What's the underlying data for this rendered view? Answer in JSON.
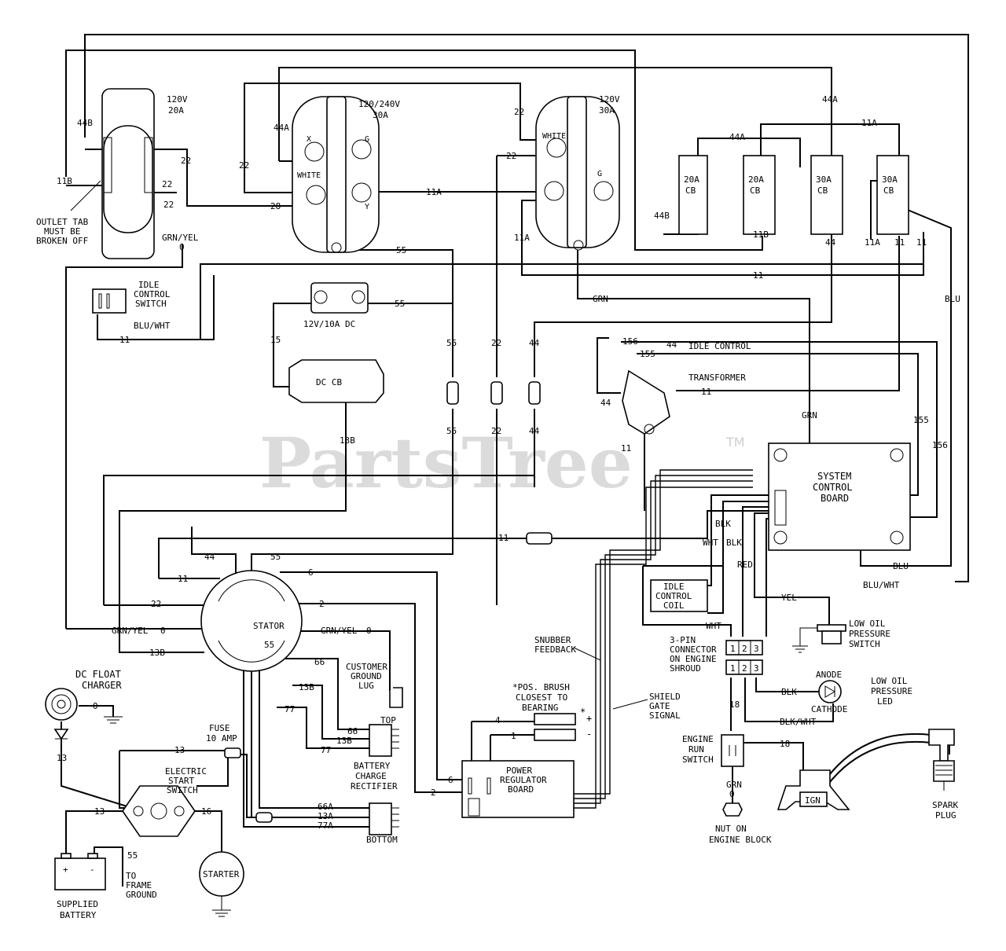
{
  "watermark": {
    "text": "PartsTree",
    "tm": "TM"
  },
  "components": {
    "outlet_120v_20a": {
      "line1": "120V",
      "line2": "20A"
    },
    "outlet_120_240v_30a": {
      "line1": "120/240V",
      "line2": "30A",
      "white": "WHITE",
      "x": "X",
      "y": "Y",
      "g": "G"
    },
    "outlet_120v_30a": {
      "line1": "120V",
      "line2": "30A",
      "white": "WHITE",
      "g": "G"
    },
    "outlet_tab_note": [
      "OUTLET TAB",
      "MUST BE",
      "BROKEN OFF"
    ],
    "breakers": [
      {
        "rating": "20A",
        "type": "CB"
      },
      {
        "rating": "20A",
        "type": "CB"
      },
      {
        "rating": "30A",
        "type": "CB"
      },
      {
        "rating": "30A",
        "type": "CB"
      }
    ],
    "idle_control_switch": [
      "IDLE",
      "CONTROL",
      "SWITCH"
    ],
    "dc_outlet": "12V/10A DC",
    "dc_cb": "DC CB",
    "idle_control_transformer": [
      "IDLE CONTROL",
      "TRANSFORMER"
    ],
    "system_control_board": [
      "SYSTEM",
      "CONTROL",
      "BOARD"
    ],
    "stator": "STATOR",
    "customer_ground_lug": [
      "CUSTOMER",
      "GROUND",
      "LUG"
    ],
    "idle_control_coil": [
      "IDLE",
      "CONTROL",
      "COIL"
    ],
    "three_pin_connector": [
      "3-PIN",
      "CONNECTOR",
      "ON ENGINE",
      "SHROUD"
    ],
    "pin_numbers": [
      "1",
      "2",
      "3"
    ],
    "low_oil_pressure_switch": [
      "LOW OIL",
      "PRESSURE",
      "SWITCH"
    ],
    "low_oil_pressure_led": [
      "LOW OIL",
      "PRESSURE",
      "LED"
    ],
    "anode": "ANODE",
    "cathode": "CATHODE",
    "dc_float_charger": [
      "DC FLOAT",
      "CHARGER"
    ],
    "fuse": [
      "FUSE",
      "10 AMP"
    ],
    "electric_start_switch": [
      "ELECTRIC",
      "START",
      "SWITCH"
    ],
    "supplied_battery": [
      "SUPPLIED",
      "BATTERY"
    ],
    "battery_plus": "+",
    "battery_minus": "-",
    "to_frame_ground": [
      "TO",
      "FRAME",
      "GROUND"
    ],
    "starter": "STARTER",
    "battery_charge_rectifier": [
      "BATTERY",
      "CHARGE",
      "RECTIFIER"
    ],
    "top": "TOP",
    "bottom": "BOTTOM",
    "power_regulator_board": [
      "POWER",
      "REGULATOR",
      "BOARD"
    ],
    "brush_note": [
      "*POS. BRUSH",
      "CLOSEST TO",
      "BEARING"
    ],
    "brush_star": "*",
    "brush_plus": "+",
    "brush_minus": "-",
    "snubber_feedback": [
      "SNUBBER",
      "FEEDBACK"
    ],
    "shield_gate_signal": [
      "SHIELD",
      "GATE",
      "SIGNAL"
    ],
    "engine_run_switch": [
      "ENGINE",
      "RUN",
      "SWITCH"
    ],
    "nut_on_engine_block": [
      "NUT ON",
      "ENGINE BLOCK"
    ],
    "ign": "IGN",
    "spark_plug": [
      "SPARK",
      "PLUG"
    ]
  },
  "wire_labels": {
    "w44b_a": "44B",
    "w11b_a": "11B",
    "w22_a": "22",
    "w22_b": "22",
    "w22_c": "22",
    "w22_d": "22",
    "w22_e": "22",
    "w44a_a": "44A",
    "w28": "28",
    "w11a_a": "11A",
    "w22_f": "22",
    "w11a_b": "11A",
    "w55_a": "55",
    "w44a_b": "44A",
    "w11a_c": "11A",
    "w44a_c": "44A",
    "w44b_b": "44B",
    "w11b_b": "11B",
    "w44_a": "44",
    "w11a_d": "11A",
    "w11_a": "11",
    "w11_b": "11",
    "w11_c": "11",
    "w0_a": "0",
    "w_grnyel_a": "GRN/YEL",
    "w_bluwht_a": "BLU/WHT",
    "w11_d": "11",
    "w55_b": "55",
    "w15": "15",
    "w13b_a": "13B",
    "w55_c": "55",
    "w22_g": "22",
    "w44_b": "44",
    "w55_d": "55",
    "w22_h": "22",
    "w44_c": "44",
    "w_grn_a": "GRN",
    "w156_a": "156",
    "w155_a": "155",
    "w44_d": "44",
    "w11_e": "11",
    "w44_e": "44",
    "w11_f": "11",
    "w_blu_a": "BLU",
    "w_grn_b": "GRN",
    "w155_b": "155",
    "w156_b": "156",
    "w11_g": "11",
    "w_blk_a": "BLK",
    "w_wht_a": "WHT",
    "w_blk_b": "BLK",
    "w_red": "RED",
    "w_blu_b": "BLU",
    "w_bluwht_b": "BLU/WHT",
    "w44_f": "44",
    "w55_e": "55",
    "w11_h": "11",
    "w6_a": "6",
    "w22_i": "22",
    "w2_a": "2",
    "w_grnyel_b": "GRN/YEL",
    "w0_b": "0",
    "w_grnyel_c": "GRN/YEL",
    "w0_c": "0",
    "w13b_b": "13B",
    "w55_f": "55",
    "w66_a": "66",
    "w13b_c": "13B",
    "w77_a": "77",
    "w66_b": "66",
    "w13b_d": "13B",
    "w77_b": "77",
    "w_yel": "YEL",
    "w_wht_b": "WHT",
    "w4": "4",
    "w1": "1",
    "w6_b": "6",
    "w2_b": "2",
    "w18_a": "18",
    "w18_b": "18",
    "w_blk_c": "BLK",
    "w_blkwht": "BLK/WHT",
    "w_grn_c": "GRN",
    "w0_d": "0",
    "w13_a": "13",
    "w13_b": "13",
    "w13_c": "13",
    "w16": "16",
    "w55_g": "55",
    "w0_e": "0",
    "w66a": "66A",
    "w13a": "13A",
    "w77a": "77A"
  }
}
